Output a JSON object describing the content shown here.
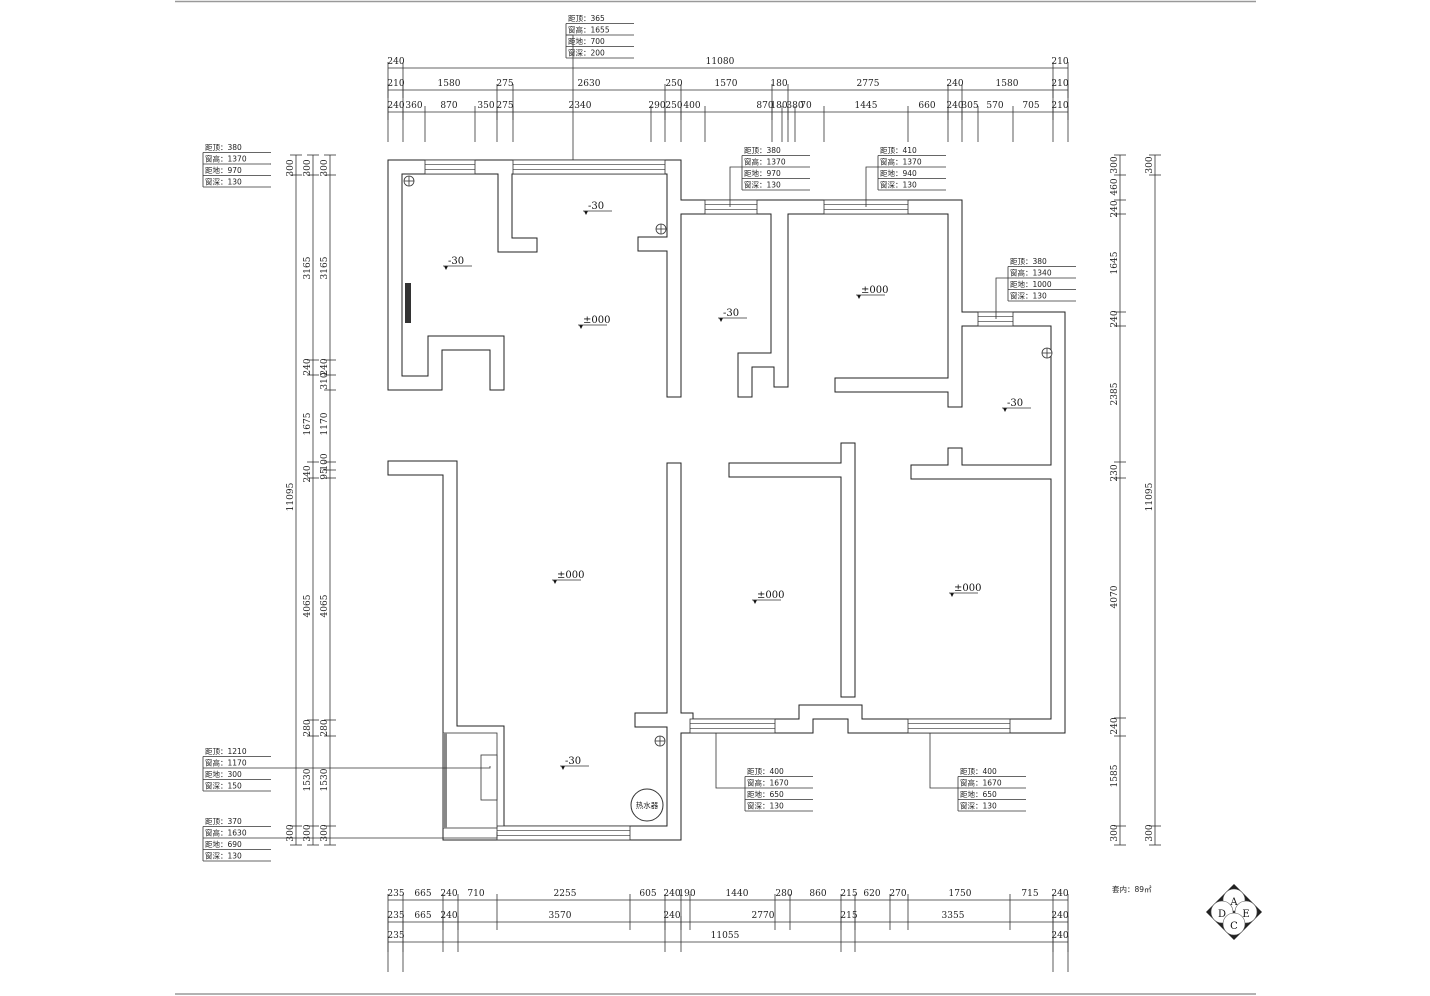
{
  "plan": {
    "area_label": "套内：89㎡",
    "water_heater_label": "热水器",
    "compass_letters": [
      "A",
      "D",
      "E",
      "C"
    ]
  },
  "dimensions": {
    "top_total": [
      "240",
      "11080",
      "210"
    ],
    "top_mid": [
      "210",
      "1580",
      "275",
      "2630",
      "250",
      "1570",
      "180",
      "2775",
      "240",
      "1580",
      "210"
    ],
    "top_detail": [
      "240",
      "360",
      "870",
      "350",
      "275",
      "2340",
      "290",
      "250",
      "400",
      "870",
      "180",
      "380",
      "70",
      "1445",
      "660",
      "240",
      "305",
      "570",
      "705",
      "210"
    ],
    "left_outer": [
      "300",
      "11095",
      "300"
    ],
    "left_mid": [
      "300",
      "3165",
      "240",
      "1675",
      "240",
      "4065",
      "280",
      "1530",
      "300"
    ],
    "left_detail": [
      "300",
      "3165",
      "240",
      "310",
      "1170",
      "100",
      "95",
      "4065",
      "280",
      "1530",
      "300"
    ],
    "right_detail": [
      "300",
      "460",
      "240",
      "1645",
      "240",
      "2385",
      "230",
      "4070",
      "240",
      "1585",
      "300"
    ],
    "right_outer": [
      "300",
      "11095",
      "300"
    ],
    "bottom_detail": [
      "235",
      "665",
      "240",
      "710",
      "2255",
      "605",
      "240",
      "190",
      "1440",
      "280",
      "860",
      "215",
      "620",
      "270",
      "1750",
      "715",
      "240"
    ],
    "bottom_mid": [
      "235",
      "665",
      "240",
      "3570",
      "240",
      "2770",
      "215",
      "3355",
      "240"
    ],
    "bottom_total": [
      "235",
      "11055",
      "240"
    ]
  },
  "windows": [
    {
      "id": "top-center",
      "lines": [
        "距顶：365",
        "窗高：1655",
        "距地：700",
        "窗深：200"
      ]
    },
    {
      "id": "left-top",
      "lines": [
        "距顶：380",
        "窗高：1370",
        "距地：970",
        "窗深：130"
      ]
    },
    {
      "id": "bath-top",
      "lines": [
        "距顶：380",
        "窗高：1370",
        "距地：970",
        "窗深：130"
      ]
    },
    {
      "id": "bedroom-top",
      "lines": [
        "距顶：410",
        "窗高：1370",
        "距地：940",
        "窗深：130"
      ]
    },
    {
      "id": "bath-right",
      "lines": [
        "距顶：380",
        "窗高：1340",
        "距地：1000",
        "窗深：130"
      ]
    },
    {
      "id": "left-balcony",
      "lines": [
        "距顶：1210",
        "窗高：1170",
        "距地：300",
        "窗深：150"
      ]
    },
    {
      "id": "left-bottom",
      "lines": [
        "距顶：370",
        "窗高：1630",
        "距地：690",
        "窗深：130"
      ]
    },
    {
      "id": "bedroom-bottom-mid",
      "lines": [
        "距顶：400",
        "窗高：1670",
        "距地：650",
        "窗深：130"
      ]
    },
    {
      "id": "bedroom-bottom-right",
      "lines": [
        "距顶：400",
        "窗高：1670",
        "距地：650",
        "窗深：130"
      ]
    }
  ],
  "levels": [
    "-30",
    "-30",
    "-30",
    "-30",
    "-30",
    "±000",
    "±000",
    "±000",
    "±000",
    "±000"
  ]
}
